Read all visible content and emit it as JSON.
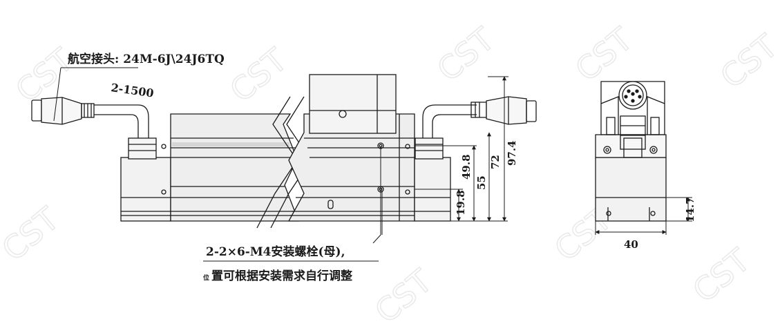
{
  "watermark": "CST",
  "labels": {
    "connector": "航空接头: 24M-6J\\24J6TQ",
    "cable": "2-1500",
    "bolt_line1": "2-2×6-M4安装螺栓(母),",
    "bolt_line2_prefix": "位",
    "bolt_line2": "置可根据安装需求自行调整"
  },
  "dimensions": {
    "d_19_8": "19.8",
    "d_49_8": "49.8",
    "d_55": "55",
    "d_72": "72",
    "d_97_4": "97.4",
    "d_14_7": "14.7",
    "d_40": "40"
  },
  "colors": {
    "line": "#1a1a1a",
    "body_fill": "#ececec",
    "groove_fill": "#d6d6d6",
    "watermark": "#e8e8e8"
  }
}
